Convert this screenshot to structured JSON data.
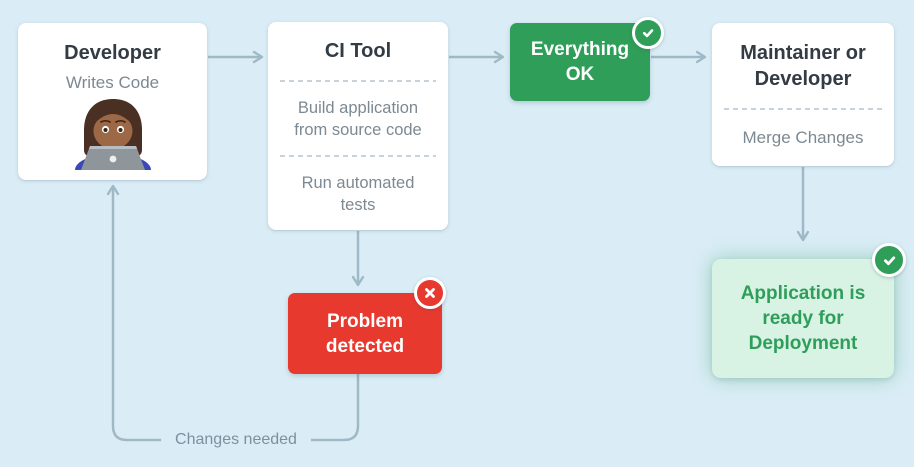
{
  "diagram": {
    "title_semantic": "continuous-integration-workflow",
    "colors": {
      "background": "#daedf6",
      "connector": "#9fb9c7",
      "success_green": "#2f9e58",
      "error_red": "#e8392f",
      "success_light_bg": "#d8f2e3",
      "title_text": "#333c44",
      "muted_text": "#7d8992"
    },
    "nodes": {
      "developer": {
        "title": "Developer",
        "subtitle": "Writes Code",
        "icon": "woman-technologist-emoji"
      },
      "ci_tool": {
        "title": "CI Tool",
        "steps": [
          "Build application from source code",
          "Run automated tests"
        ]
      },
      "everything_ok": {
        "label": "Everything OK",
        "status_icon": "check"
      },
      "maintainer": {
        "title": "Maintainer or Developer",
        "subtitle": "Merge Changes"
      },
      "problem_detected": {
        "label": "Problem detected",
        "status_icon": "cross"
      },
      "deployment_ready": {
        "label": "Application is ready for Deployment",
        "status_icon": "check"
      }
    },
    "edges": {
      "changes_needed_label": "Changes needed"
    }
  }
}
